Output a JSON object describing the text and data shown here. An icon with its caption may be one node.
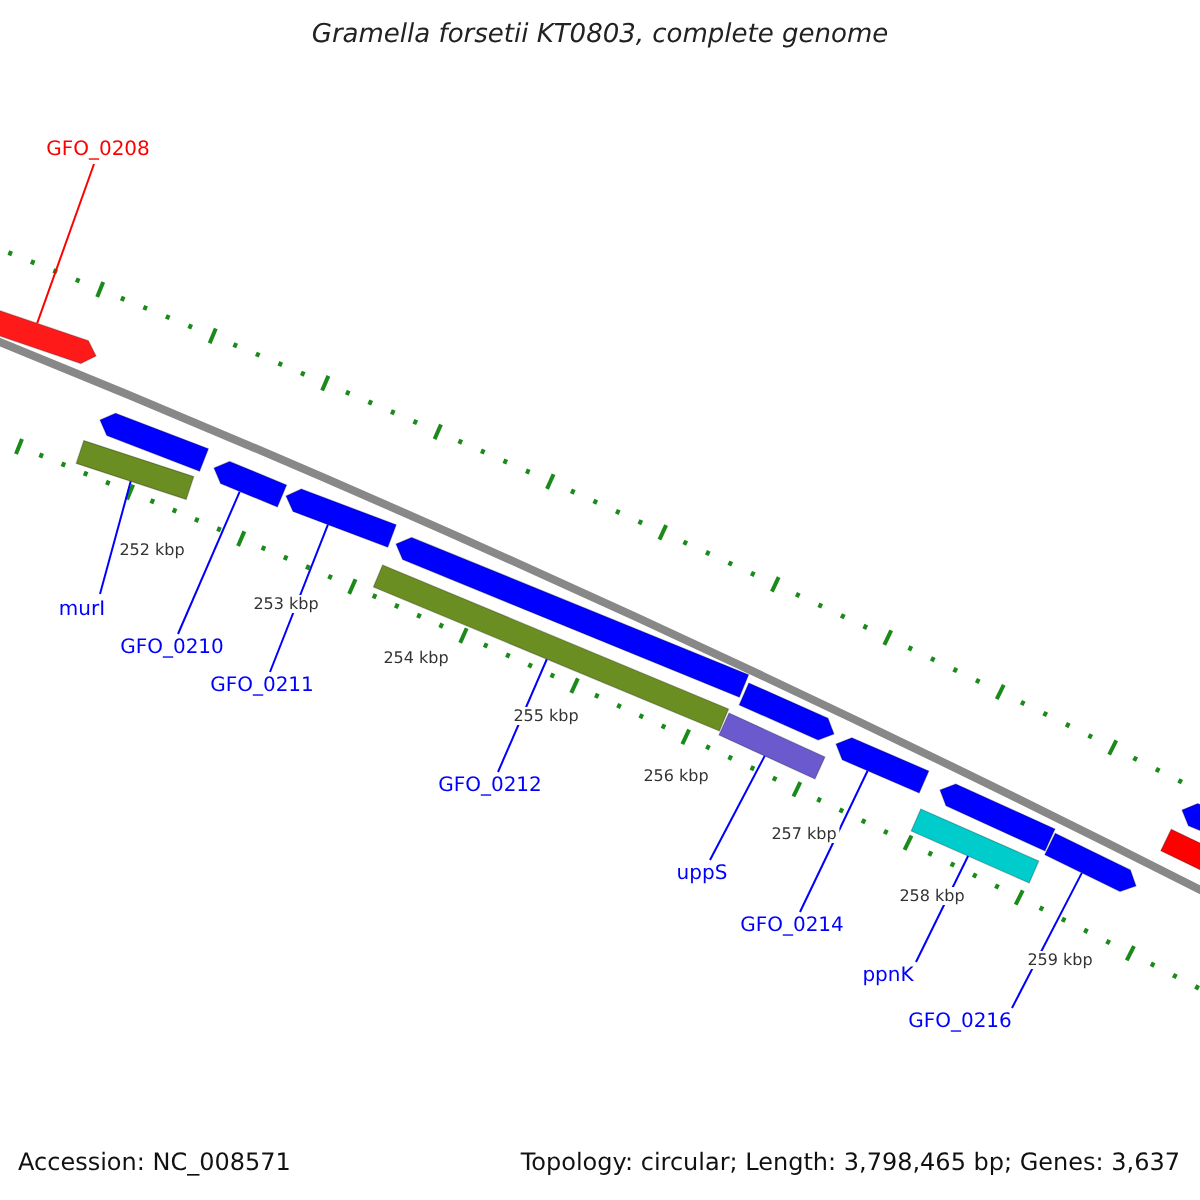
{
  "diagram": {
    "title": "Gramella forsetii KT0803, complete genome",
    "nodes": [
      {
        "text": [
          "GFO_0208"
        ]
      },
      {
        "text": [],
        "shape": "bar"
      },
      {
        "text": [
          "murI"
        ]
      },
      {
        "text": [],
        "shape": "bar"
      },
      {
        "text": [
          "GFO_0210"
        ]
      },
      {
        "text": [],
        "shape": "bar"
      },
      {
        "text": [
          "GFO_0211"
        ]
      },
      {
        "text": [],
        "shape": "bar"
      },
      {
        "text": [
          "GFO_0212"
        ]
      },
      {
        "text": [],
        "shape": "bar"
      },
      {
        "text": [
          "uppS"
        ]
      },
      {
        "text": [],
        "shape": "bar"
      },
      {
        "text": [
          "GFO_0214"
        ]
      },
      {
        "text": [],
        "shape": "bar"
      },
      {
        "text": [
          "ppnK"
        ]
      },
      {
        "text": [],
        "shape": "bar"
      },
      {
        "text": [
          "GFO_0216"
        ]
      },
      {
        "text": [],
        "shape": "bar"
      }
    ],
    "edges": [
      {
        "from": 0,
        "to": 1,
        "arrow": "none",
        "color": "#ff0000"
      },
      {
        "from": 2,
        "to": 3,
        "arrow": "none"
      },
      {
        "from": 4,
        "to": 5,
        "arrow": "none"
      },
      {
        "from": 6,
        "to": 7,
        "arrow": "none"
      },
      {
        "from": 8,
        "to": 9,
        "arrow": "none"
      },
      {
        "from": 10,
        "to": 11,
        "arrow": "none"
      },
      {
        "from": 12,
        "to": 13,
        "arrow": "none"
      },
      {
        "from": 14,
        "to": 15,
        "arrow": "none"
      },
      {
        "from": 16,
        "to": 17,
        "arrow": "none"
      }
    ],
    "labels": [
      "252 kbp",
      "253 kbp",
      "254 kbp",
      "255 kbp",
      "256 kbp",
      "257 kbp",
      "258 kbp",
      "259 kbp",
      "Accession: NC_008571",
      "Topology: circular; Length: 3,798,465 bp; Genes: 3,637"
    ]
  }
}
